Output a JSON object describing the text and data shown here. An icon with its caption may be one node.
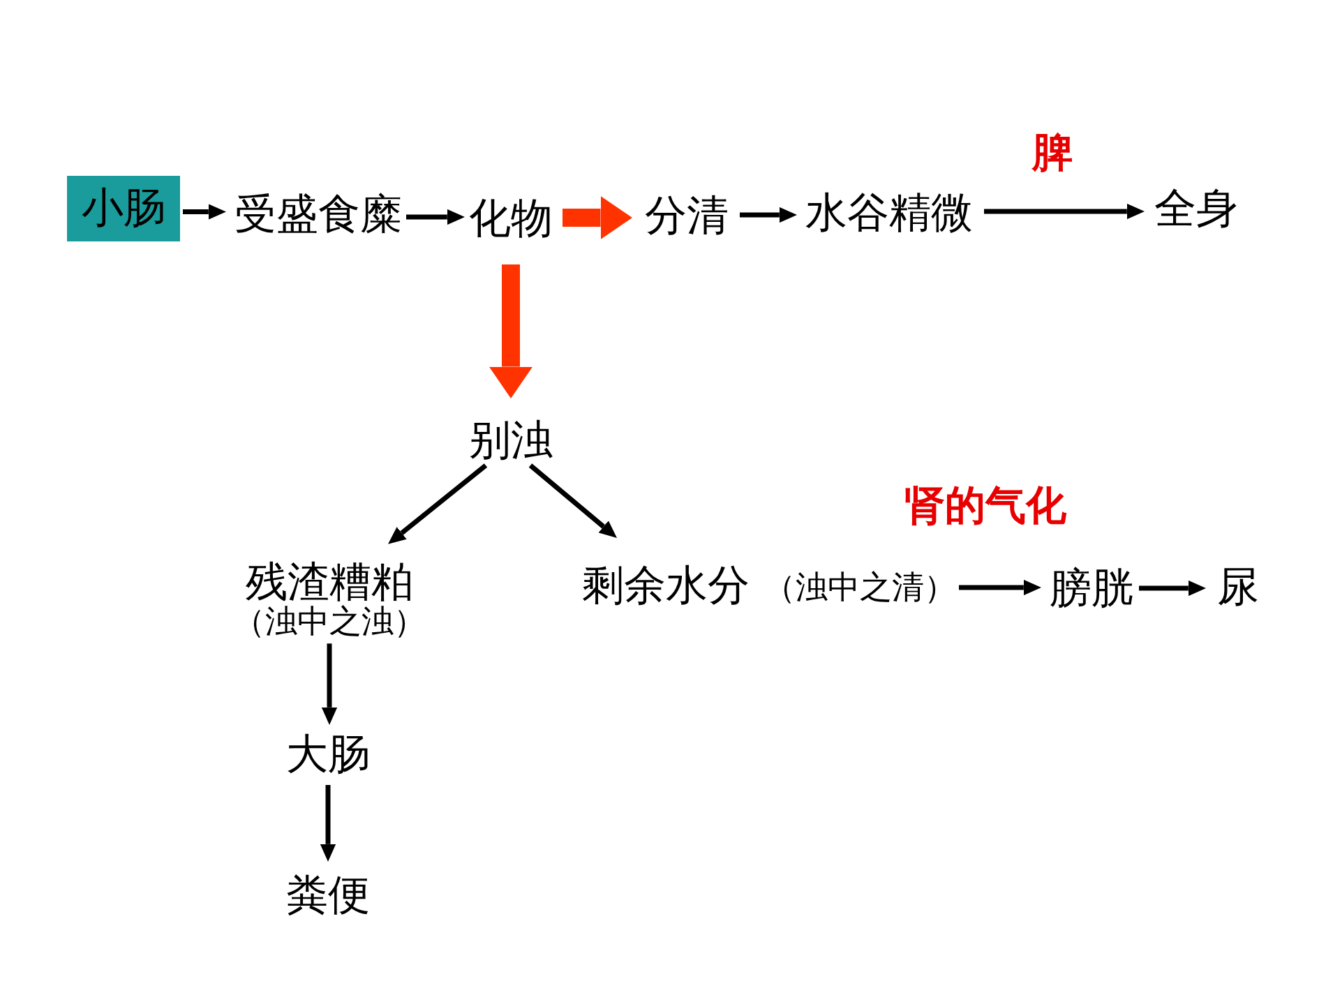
{
  "diagram": {
    "nodes": [
      {
        "text": [
          "小肠"
        ]
      },
      {
        "text": [
          "受盛食糜"
        ]
      },
      {
        "text": [
          "化物"
        ]
      },
      {
        "text": [
          "分清"
        ]
      },
      {
        "text": [
          "水谷精微"
        ]
      },
      {
        "text": [
          "全身"
        ]
      },
      {
        "text": [
          "别浊"
        ]
      },
      {
        "text": [
          "残渣糟粕",
          "（浊中之浊）"
        ]
      },
      {
        "text": [
          "剩余水分",
          "（浊中之清）"
        ]
      },
      {
        "text": [
          "膀胱"
        ]
      },
      {
        "text": [
          "尿"
        ]
      },
      {
        "text": [
          "大肠"
        ]
      },
      {
        "text": [
          "粪便"
        ]
      }
    ],
    "edges": [
      {
        "from": 0,
        "to": 1,
        "arrow": "to"
      },
      {
        "from": 1,
        "to": 2,
        "arrow": "to"
      },
      {
        "from": 2,
        "to": 3,
        "arrow": "to",
        "style": "thick",
        "color": "#ff3300"
      },
      {
        "from": 3,
        "to": 4,
        "arrow": "to"
      },
      {
        "from": 4,
        "to": 5,
        "arrow": "to",
        "label": "脾"
      },
      {
        "from": 2,
        "to": 6,
        "arrow": "to",
        "style": "thick",
        "color": "#ff3300"
      },
      {
        "from": 6,
        "to": 7,
        "arrow": "to"
      },
      {
        "from": 6,
        "to": 8,
        "arrow": "to"
      },
      {
        "from": 7,
        "to": 11,
        "arrow": "to"
      },
      {
        "from": 11,
        "to": 12,
        "arrow": "to"
      },
      {
        "from": 8,
        "to": 9,
        "arrow": "to",
        "label": "肾的气化"
      },
      {
        "from": 9,
        "to": 10,
        "arrow": "to"
      }
    ]
  }
}
